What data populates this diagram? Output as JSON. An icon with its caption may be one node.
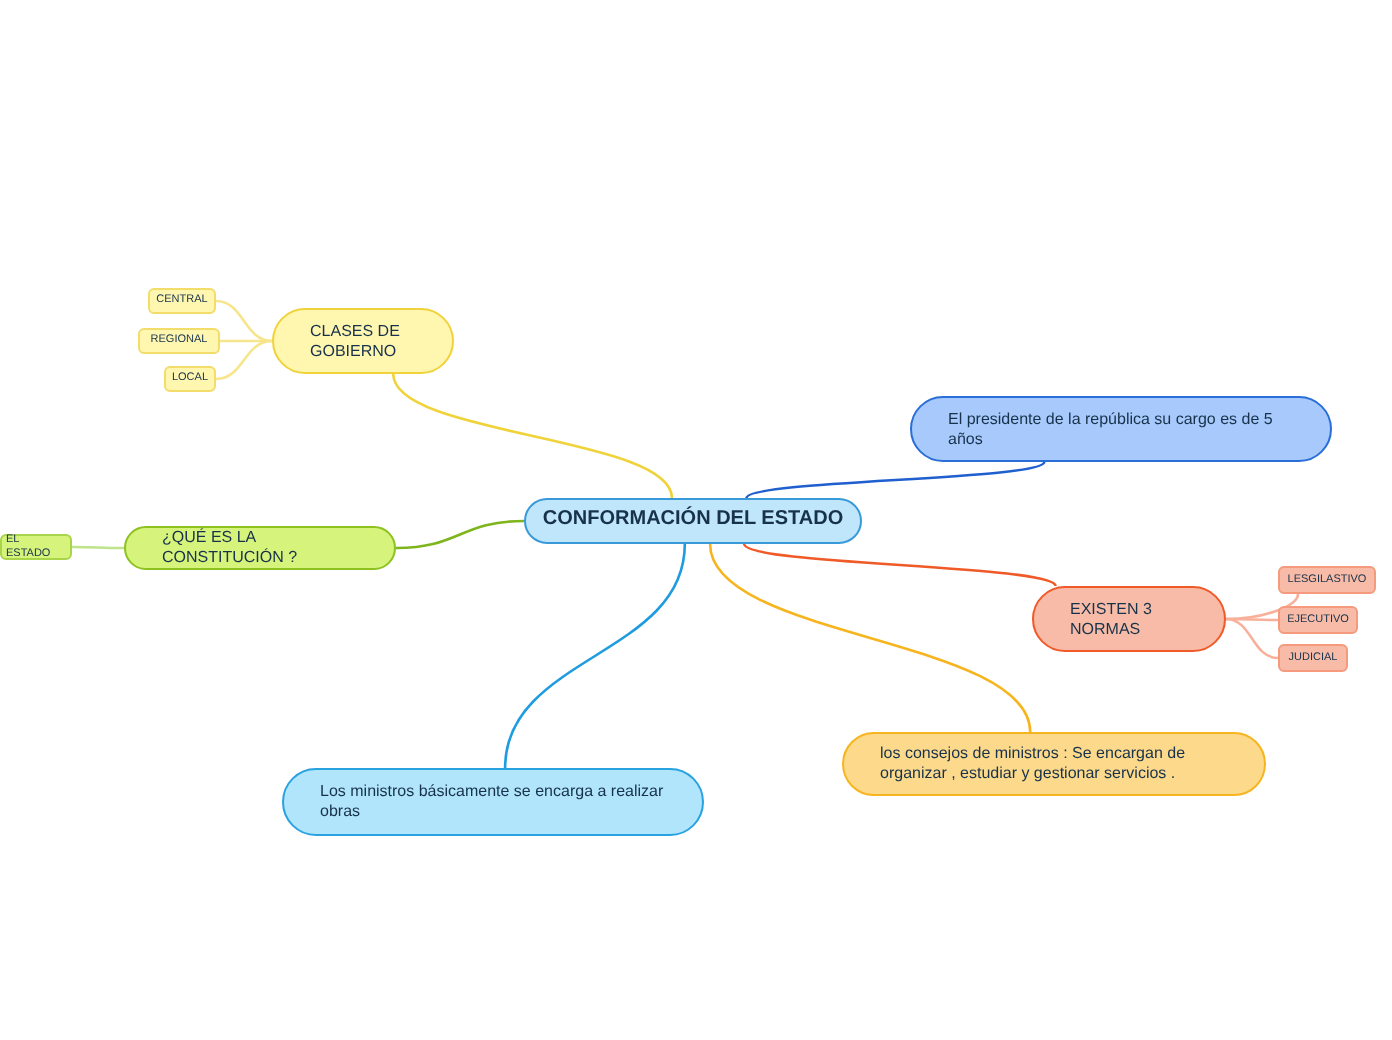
{
  "diagram": {
    "nodes": [
      {
        "text": [
          "CONFORMACIÓN DEL ESTADO"
        ]
      },
      {
        "text": [
          "CLASES DE GOBIERNO"
        ]
      },
      {
        "text": [
          "CENTRAL"
        ]
      },
      {
        "text": [
          "REGIONAL"
        ]
      },
      {
        "text": [
          "LOCAL"
        ]
      },
      {
        "text": [
          "El presidente de la república su cargo es de 5 años"
        ]
      },
      {
        "text": [
          "¿QUÉ ES LA CONSTITUCIÓN ?"
        ]
      },
      {
        "text": [
          "EL ESTADO"
        ]
      },
      {
        "text": [
          "EXISTEN 3 NORMAS"
        ]
      },
      {
        "text": [
          "LESGILASTIVO"
        ]
      },
      {
        "text": [
          "EJECUTIVO"
        ]
      },
      {
        "text": [
          "JUDICIAL"
        ]
      },
      {
        "text": [
          "los consejos de ministros : Se encargan de organizar  , estudiar y gestionar servicios ."
        ]
      },
      {
        "text": [
          "Los ministros básicamente se encarga a realizar obras"
        ]
      }
    ],
    "edges": [
      {
        "from": 0,
        "to": 1,
        "arrow": "none",
        "color": "#f0d23a"
      },
      {
        "from": 1,
        "to": 2,
        "arrow": "none",
        "color": "#f6e58a"
      },
      {
        "from": 1,
        "to": 3,
        "arrow": "none",
        "color": "#f6e58a"
      },
      {
        "from": 1,
        "to": 4,
        "arrow": "none",
        "color": "#f6e58a"
      },
      {
        "from": 0,
        "to": 5,
        "arrow": "none",
        "color": "#1f5fd0"
      },
      {
        "from": 0,
        "to": 6,
        "arrow": "none",
        "color": "#7fb51c"
      },
      {
        "from": 6,
        "to": 7,
        "arrow": "none",
        "color": "#bfe38a"
      },
      {
        "from": 0,
        "to": 8,
        "arrow": "none",
        "color": "#f05a28"
      },
      {
        "from": 8,
        "to": 9,
        "arrow": "none",
        "color": "#f9b09a"
      },
      {
        "from": 8,
        "to": 10,
        "arrow": "none",
        "color": "#f9b09a"
      },
      {
        "from": 8,
        "to": 11,
        "arrow": "none",
        "color": "#f9b09a"
      },
      {
        "from": 0,
        "to": 12,
        "arrow": "none",
        "color": "#f6b51e"
      },
      {
        "from": 0,
        "to": 13,
        "arrow": "none",
        "color": "#1f9be0"
      }
    ]
  }
}
